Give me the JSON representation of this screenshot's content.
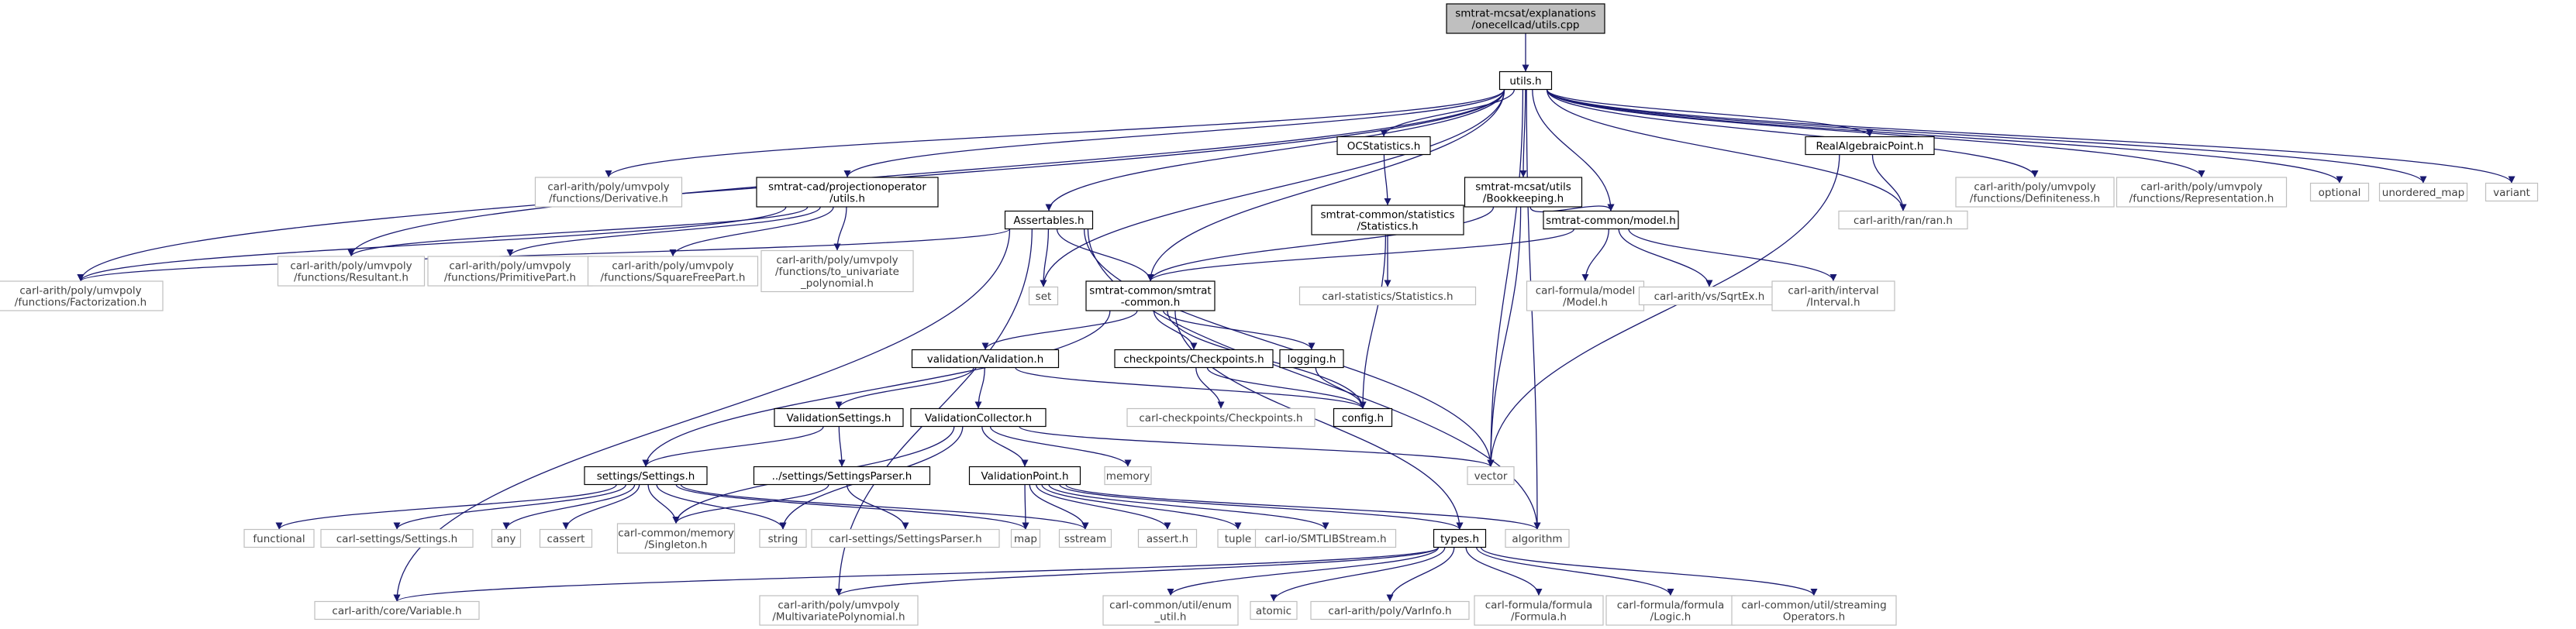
{
  "graph": {
    "edge_color": "#191970",
    "root_fill": "#bfbfbf",
    "documented_border": "#000000",
    "external_border": "#bfbfbf",
    "nodes": [
      {
        "id": "root",
        "kind": "root",
        "lines": [
          "smtrat-mcsat/explanations",
          "/onecellcad/utils.cpp"
        ]
      },
      {
        "id": "utils_h",
        "kind": "doc",
        "lines": [
          "utils.h"
        ]
      },
      {
        "id": "derivative",
        "kind": "ext",
        "lines": [
          "carl-arith/poly/umvpoly",
          "/functions/Derivative.h"
        ]
      },
      {
        "id": "projop",
        "kind": "doc",
        "lines": [
          "smtrat-cad/projectionoperator",
          "/utils.h"
        ]
      },
      {
        "id": "ocstat",
        "kind": "doc",
        "lines": [
          "OCStatistics.h"
        ]
      },
      {
        "id": "bookkeeping",
        "kind": "doc",
        "lines": [
          "smtrat-mcsat/utils",
          "/Bookkeeping.h"
        ]
      },
      {
        "id": "realalg",
        "kind": "doc",
        "lines": [
          "RealAlgebraicPoint.h"
        ]
      },
      {
        "id": "definiteness",
        "kind": "ext",
        "lines": [
          "carl-arith/poly/umvpoly",
          "/functions/Definiteness.h"
        ]
      },
      {
        "id": "representation",
        "kind": "ext",
        "lines": [
          "carl-arith/poly/umvpoly",
          "/functions/Representation.h"
        ]
      },
      {
        "id": "optional",
        "kind": "ext",
        "lines": [
          "optional"
        ]
      },
      {
        "id": "unordered_map",
        "kind": "ext",
        "lines": [
          "unordered_map"
        ]
      },
      {
        "id": "variant",
        "kind": "ext",
        "lines": [
          "variant"
        ]
      },
      {
        "id": "resultant",
        "kind": "ext",
        "lines": [
          "carl-arith/poly/umvpoly",
          "/functions/Resultant.h"
        ]
      },
      {
        "id": "primitive",
        "kind": "ext",
        "lines": [
          "carl-arith/poly/umvpoly",
          "/functions/PrimitivePart.h"
        ]
      },
      {
        "id": "squarefree",
        "kind": "ext",
        "lines": [
          "carl-arith/poly/umvpoly",
          "/functions/SquareFreePart.h"
        ]
      },
      {
        "id": "to_univariate",
        "kind": "ext",
        "lines": [
          "carl-arith/poly/umvpoly",
          "/functions/to_univariate",
          "_polynomial.h"
        ]
      },
      {
        "id": "assertables",
        "kind": "doc",
        "lines": [
          "Assertables.h"
        ]
      },
      {
        "id": "statistics",
        "kind": "doc",
        "lines": [
          "smtrat-common/statistics",
          "/Statistics.h"
        ]
      },
      {
        "id": "model",
        "kind": "doc",
        "lines": [
          "smtrat-common/model.h"
        ]
      },
      {
        "id": "ran",
        "kind": "ext",
        "lines": [
          "carl-arith/ran/ran.h"
        ]
      },
      {
        "id": "factorization",
        "kind": "ext",
        "lines": [
          "carl-arith/poly/umvpoly",
          "/functions/Factorization.h"
        ]
      },
      {
        "id": "set",
        "kind": "ext",
        "lines": [
          "set"
        ]
      },
      {
        "id": "smtrat_common",
        "kind": "doc",
        "lines": [
          "smtrat-common/smtrat",
          "-common.h"
        ]
      },
      {
        "id": "carl_stats",
        "kind": "ext",
        "lines": [
          "carl-statistics/Statistics.h"
        ]
      },
      {
        "id": "formula_model",
        "kind": "ext",
        "lines": [
          "carl-formula/model",
          "/Model.h"
        ]
      },
      {
        "id": "sqrtex",
        "kind": "ext",
        "lines": [
          "carl-arith/vs/SqrtEx.h"
        ]
      },
      {
        "id": "interval",
        "kind": "ext",
        "lines": [
          "carl-arith/interval",
          "/Interval.h"
        ]
      },
      {
        "id": "validation",
        "kind": "doc",
        "lines": [
          "validation/Validation.h"
        ]
      },
      {
        "id": "checkpoints",
        "kind": "doc",
        "lines": [
          "checkpoints/Checkpoints.h"
        ]
      },
      {
        "id": "logging",
        "kind": "doc",
        "lines": [
          "logging.h"
        ]
      },
      {
        "id": "validation_settings",
        "kind": "doc",
        "lines": [
          "ValidationSettings.h"
        ]
      },
      {
        "id": "validation_collector",
        "kind": "doc",
        "lines": [
          "ValidationCollector.h"
        ]
      },
      {
        "id": "carl_checkpoints",
        "kind": "ext",
        "lines": [
          "carl-checkpoints/Checkpoints.h"
        ]
      },
      {
        "id": "config",
        "kind": "doc",
        "lines": [
          "config.h"
        ]
      },
      {
        "id": "settings",
        "kind": "doc",
        "lines": [
          "settings/Settings.h"
        ]
      },
      {
        "id": "settings_parser",
        "kind": "doc",
        "lines": [
          "../settings/SettingsParser.h"
        ]
      },
      {
        "id": "validation_point",
        "kind": "doc",
        "lines": [
          "ValidationPoint.h"
        ]
      },
      {
        "id": "memory",
        "kind": "ext",
        "lines": [
          "memory"
        ]
      },
      {
        "id": "vector",
        "kind": "ext",
        "lines": [
          "vector"
        ]
      },
      {
        "id": "functional",
        "kind": "ext",
        "lines": [
          "functional"
        ]
      },
      {
        "id": "carl_settings",
        "kind": "ext",
        "lines": [
          "carl-settings/Settings.h"
        ]
      },
      {
        "id": "any",
        "kind": "ext",
        "lines": [
          "any"
        ]
      },
      {
        "id": "cassert",
        "kind": "ext",
        "lines": [
          "cassert"
        ]
      },
      {
        "id": "singleton",
        "kind": "ext",
        "lines": [
          "carl-common/memory",
          "/Singleton.h"
        ]
      },
      {
        "id": "string",
        "kind": "ext",
        "lines": [
          "string"
        ]
      },
      {
        "id": "carl_settings_parser",
        "kind": "ext",
        "lines": [
          "carl-settings/SettingsParser.h"
        ]
      },
      {
        "id": "map",
        "kind": "ext",
        "lines": [
          "map"
        ]
      },
      {
        "id": "sstream",
        "kind": "ext",
        "lines": [
          "sstream"
        ]
      },
      {
        "id": "assert",
        "kind": "ext",
        "lines": [
          "assert.h"
        ]
      },
      {
        "id": "tuple",
        "kind": "ext",
        "lines": [
          "tuple"
        ]
      },
      {
        "id": "smtlib",
        "kind": "ext",
        "lines": [
          "carl-io/SMTLIBStream.h"
        ]
      },
      {
        "id": "types",
        "kind": "doc",
        "lines": [
          "types.h"
        ]
      },
      {
        "id": "algorithm",
        "kind": "ext",
        "lines": [
          "algorithm"
        ]
      },
      {
        "id": "variable",
        "kind": "ext",
        "lines": [
          "carl-arith/core/Variable.h"
        ]
      },
      {
        "id": "multivariate",
        "kind": "ext",
        "lines": [
          "carl-arith/poly/umvpoly",
          "/MultivariatePolynomial.h"
        ]
      },
      {
        "id": "enum_util",
        "kind": "ext",
        "lines": [
          "carl-common/util/enum",
          "_util.h"
        ]
      },
      {
        "id": "atomic",
        "kind": "ext",
        "lines": [
          "atomic"
        ]
      },
      {
        "id": "varinfo",
        "kind": "ext",
        "lines": [
          "carl-arith/poly/VarInfo.h"
        ]
      },
      {
        "id": "formula",
        "kind": "ext",
        "lines": [
          "carl-formula/formula",
          "/Formula.h"
        ]
      },
      {
        "id": "logic",
        "kind": "ext",
        "lines": [
          "carl-formula/formula",
          "/Logic.h"
        ]
      },
      {
        "id": "streaming",
        "kind": "ext",
        "lines": [
          "carl-common/util/streaming",
          "Operators.h"
        ]
      }
    ],
    "edges": [
      [
        "root",
        "utils_h"
      ],
      [
        "utils_h",
        "derivative"
      ],
      [
        "utils_h",
        "projop"
      ],
      [
        "utils_h",
        "ocstat"
      ],
      [
        "utils_h",
        "bookkeeping"
      ],
      [
        "utils_h",
        "realalg"
      ],
      [
        "utils_h",
        "definiteness"
      ],
      [
        "utils_h",
        "representation"
      ],
      [
        "utils_h",
        "optional"
      ],
      [
        "utils_h",
        "unordered_map"
      ],
      [
        "utils_h",
        "variant"
      ],
      [
        "utils_h",
        "resultant"
      ],
      [
        "utils_h",
        "factorization"
      ],
      [
        "utils_h",
        "assertables"
      ],
      [
        "utils_h",
        "set"
      ],
      [
        "utils_h",
        "smtrat_common"
      ],
      [
        "utils_h",
        "model"
      ],
      [
        "utils_h",
        "ran"
      ],
      [
        "utils_h",
        "vector"
      ],
      [
        "utils_h",
        "algorithm"
      ],
      [
        "projop",
        "resultant"
      ],
      [
        "projop",
        "primitive"
      ],
      [
        "projop",
        "squarefree"
      ],
      [
        "projop",
        "to_univariate"
      ],
      [
        "projop",
        "factorization"
      ],
      [
        "ocstat",
        "statistics"
      ],
      [
        "bookkeeping",
        "model"
      ],
      [
        "bookkeeping",
        "smtrat_common"
      ],
      [
        "bookkeeping",
        "vector"
      ],
      [
        "realalg",
        "ran"
      ],
      [
        "realalg",
        "vector"
      ],
      [
        "assertables",
        "factorization"
      ],
      [
        "assertables",
        "set"
      ],
      [
        "assertables",
        "smtrat_common"
      ],
      [
        "assertables",
        "vector"
      ],
      [
        "assertables",
        "algorithm"
      ],
      [
        "assertables",
        "variable"
      ],
      [
        "assertables",
        "multivariate"
      ],
      [
        "statistics",
        "carl_stats"
      ],
      [
        "statistics",
        "config"
      ],
      [
        "model",
        "smtrat_common"
      ],
      [
        "model",
        "formula_model"
      ],
      [
        "model",
        "sqrtex"
      ],
      [
        "model",
        "interval"
      ],
      [
        "smtrat_common",
        "validation"
      ],
      [
        "smtrat_common",
        "checkpoints"
      ],
      [
        "smtrat_common",
        "logging"
      ],
      [
        "smtrat_common",
        "config"
      ],
      [
        "smtrat_common",
        "settings"
      ],
      [
        "smtrat_common",
        "types"
      ],
      [
        "validation",
        "validation_settings"
      ],
      [
        "validation",
        "validation_collector"
      ],
      [
        "validation",
        "config"
      ],
      [
        "checkpoints",
        "carl_checkpoints"
      ],
      [
        "checkpoints",
        "config"
      ],
      [
        "logging",
        "config"
      ],
      [
        "validation_settings",
        "settings"
      ],
      [
        "validation_settings",
        "settings_parser"
      ],
      [
        "validation_collector",
        "validation_point"
      ],
      [
        "validation_collector",
        "memory"
      ],
      [
        "validation_collector",
        "vector"
      ],
      [
        "validation_collector",
        "singleton"
      ],
      [
        "validation_collector",
        "string"
      ],
      [
        "settings",
        "functional"
      ],
      [
        "settings",
        "carl_settings"
      ],
      [
        "settings",
        "any"
      ],
      [
        "settings",
        "cassert"
      ],
      [
        "settings",
        "singleton"
      ],
      [
        "settings",
        "string"
      ],
      [
        "settings",
        "map"
      ],
      [
        "settings",
        "sstream"
      ],
      [
        "settings_parser",
        "singleton"
      ],
      [
        "settings_parser",
        "carl_settings_parser"
      ],
      [
        "validation_point",
        "map"
      ],
      [
        "validation_point",
        "sstream"
      ],
      [
        "validation_point",
        "assert"
      ],
      [
        "validation_point",
        "tuple"
      ],
      [
        "validation_point",
        "smtlib"
      ],
      [
        "validation_point",
        "types"
      ],
      [
        "validation_point",
        "algorithm"
      ],
      [
        "types",
        "variable"
      ],
      [
        "types",
        "multivariate"
      ],
      [
        "types",
        "enum_util"
      ],
      [
        "types",
        "atomic"
      ],
      [
        "types",
        "varinfo"
      ],
      [
        "types",
        "formula"
      ],
      [
        "types",
        "logic"
      ],
      [
        "types",
        "streaming"
      ]
    ]
  }
}
